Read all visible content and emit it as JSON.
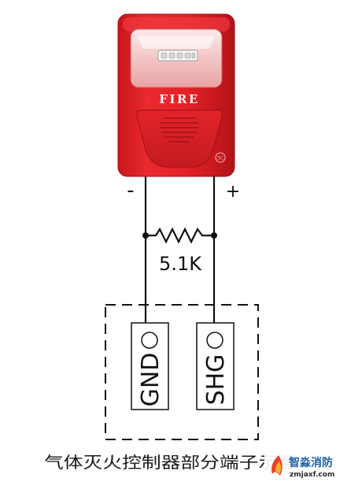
{
  "device": {
    "label": "FIRE",
    "certification_mark_text": "3C",
    "body_color": "#e62025"
  },
  "polarity": {
    "negative": "-",
    "positive": "+"
  },
  "resistor": {
    "label": "5.1K"
  },
  "terminals": [
    {
      "label": "GND"
    },
    {
      "label": "SHG"
    }
  ],
  "caption": "气体灭火控制器部分端子示意",
  "watermark": {
    "brand": "智淼消防",
    "url": "zmjaxf.com"
  }
}
